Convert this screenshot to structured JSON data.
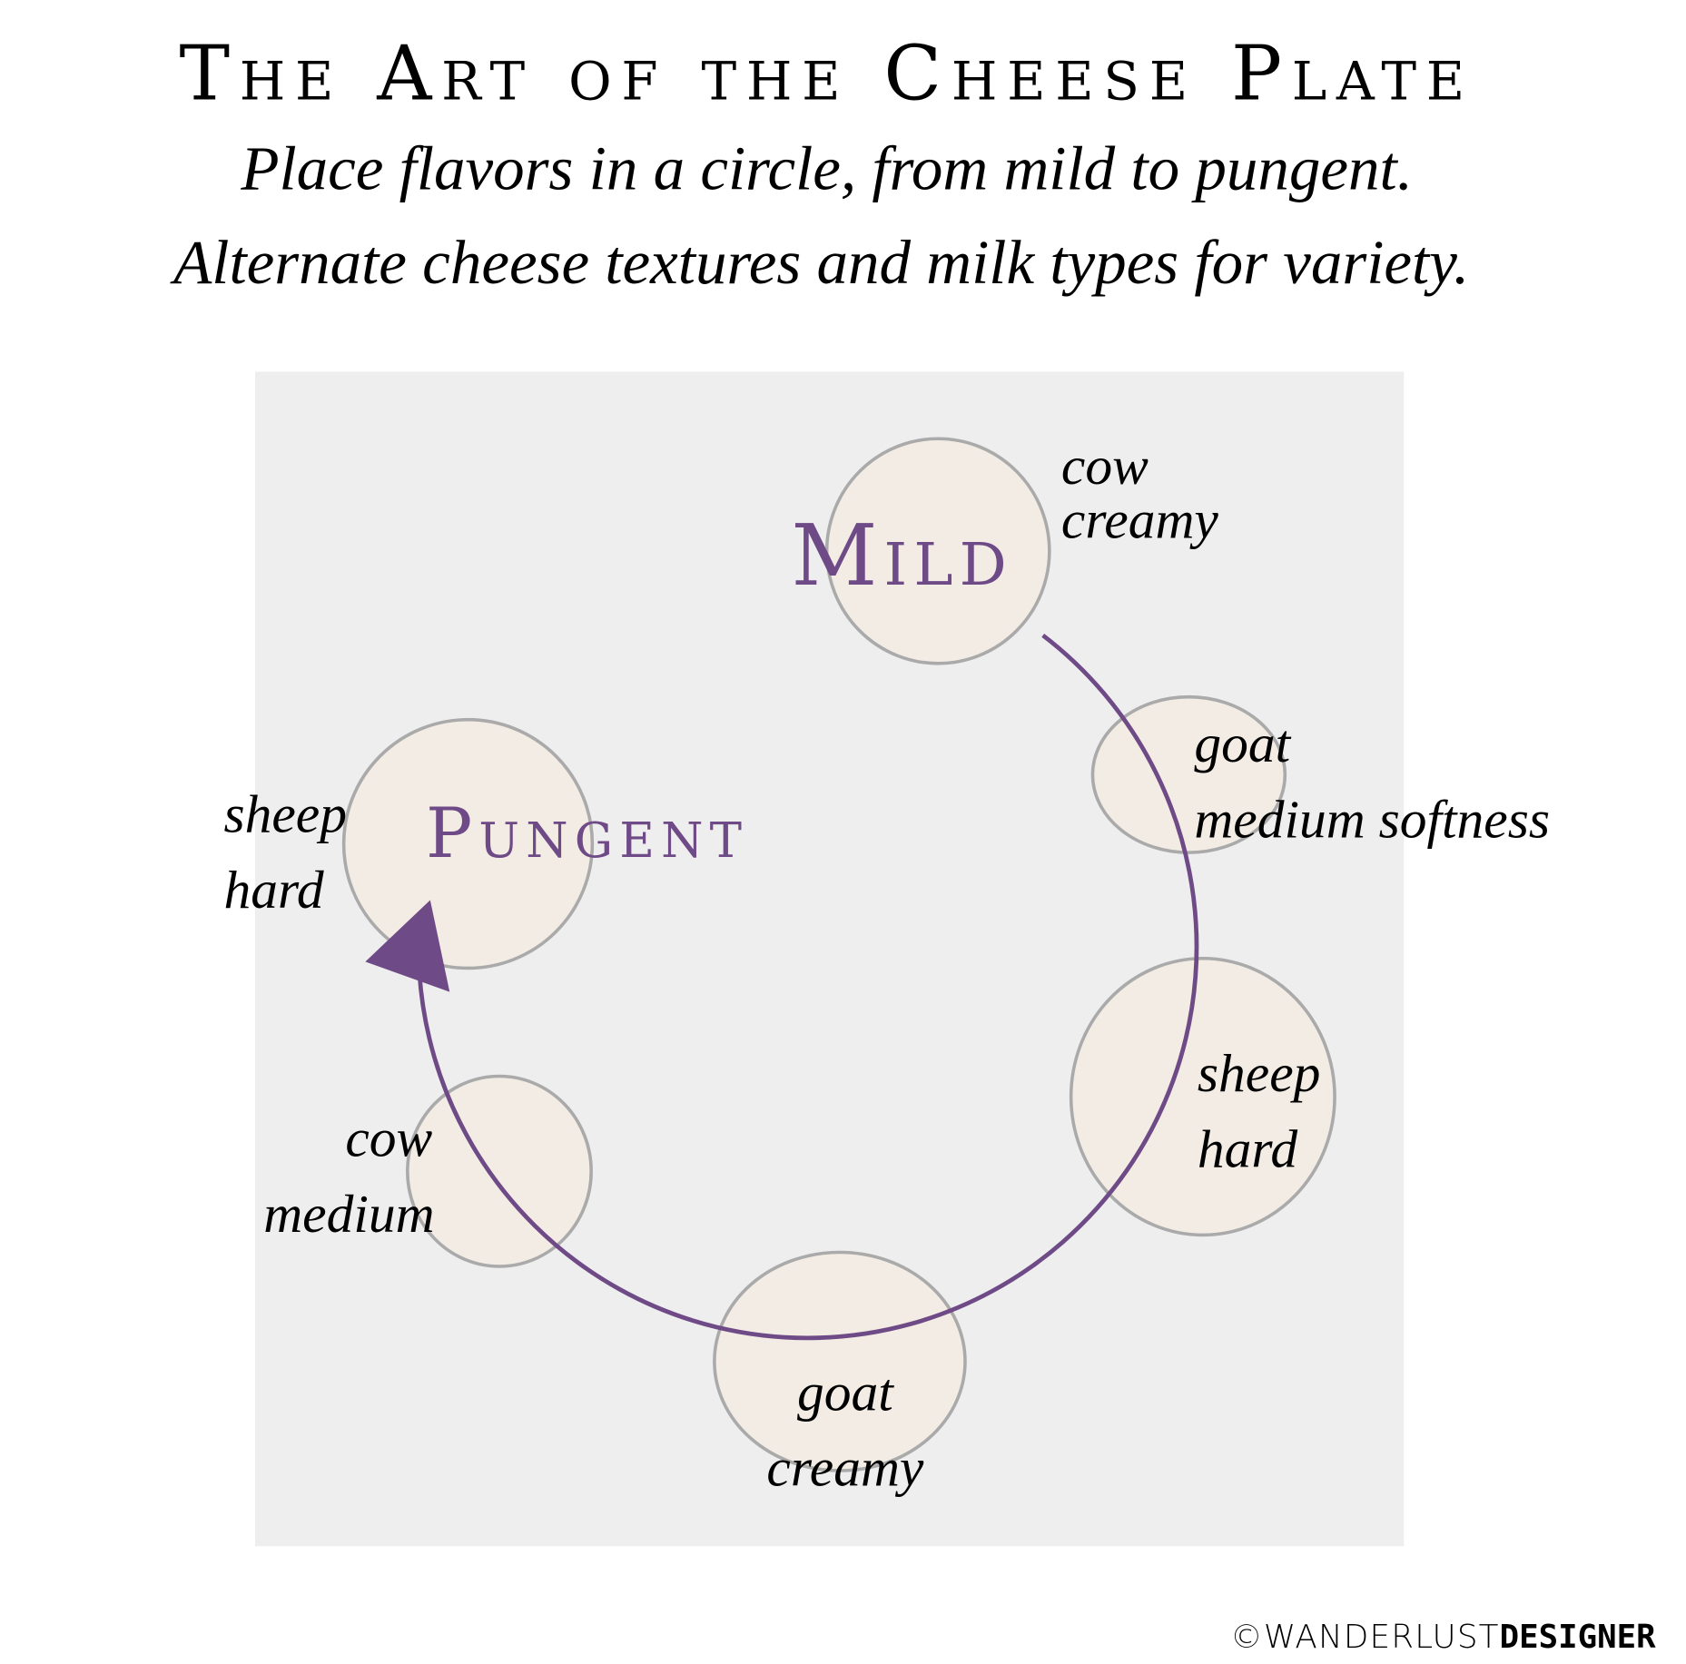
{
  "title": "The Art of the Cheese Plate",
  "subtitle": [
    "Place flavors in a circle, from mild to pungent.",
    "Alternate cheese textures and milk types for variety."
  ],
  "diagram": {
    "start_label": "Mild",
    "end_label": "Pungent",
    "cheeses": [
      {
        "milk": "cow",
        "texture": "creamy"
      },
      {
        "milk": "goat",
        "texture": "medium softness"
      },
      {
        "milk": "sheep",
        "texture": "hard"
      },
      {
        "milk": "goat",
        "texture": "creamy"
      },
      {
        "milk": "cow",
        "texture": "medium"
      },
      {
        "milk": "sheep",
        "texture": "hard"
      }
    ]
  },
  "credit": {
    "prefix": "©WANDERLUST",
    "suffix": "DESIGNER"
  },
  "colors": {
    "accent": "#6e4a87",
    "panel": "#eeeeee",
    "cheese": "#f3ece4"
  }
}
